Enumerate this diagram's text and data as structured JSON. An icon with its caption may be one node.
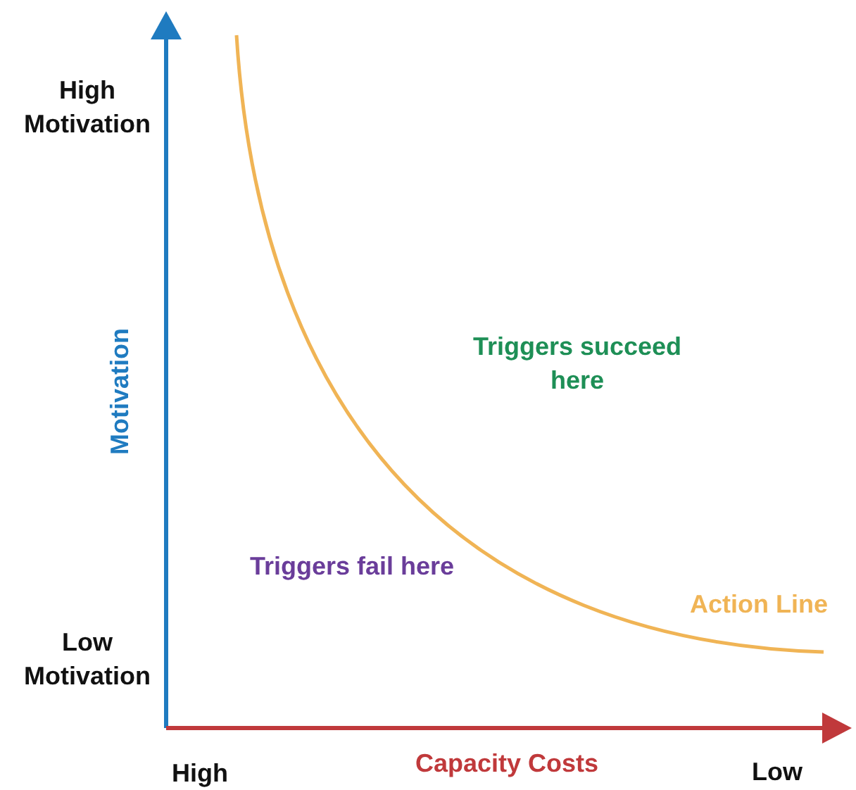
{
  "diagram": {
    "labels": [
      "High Motivation",
      "Motivation",
      "Triggers succeed here",
      "Triggers fail here",
      "Action Line",
      "Low Motivation",
      "High",
      "Capacity Costs",
      "Low"
    ]
  }
}
